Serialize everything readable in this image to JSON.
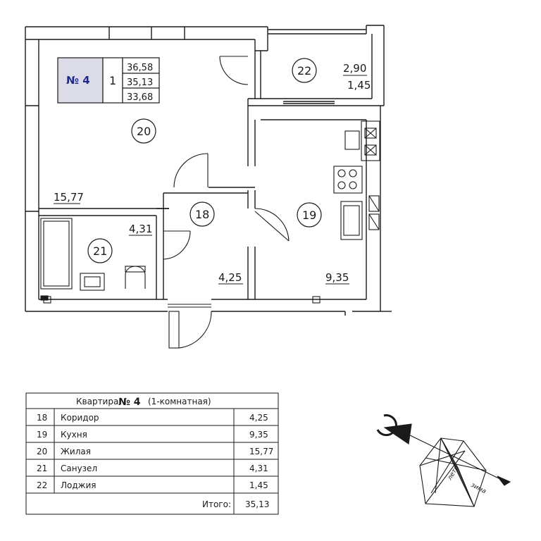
{
  "badge": {
    "apt_no": "№ 4",
    "rooms": "1",
    "area_total": "36,58",
    "area_reduced": "35,13",
    "area_living_sum": "33,68"
  },
  "rooms": [
    {
      "id": "20",
      "area": "15,77"
    },
    {
      "id": "21",
      "area": "4,31"
    },
    {
      "id": "18",
      "area": "4,25"
    },
    {
      "id": "19",
      "area": "9,35"
    },
    {
      "id": "22",
      "area_total": "2,90",
      "area_reduced": "1,45"
    }
  ],
  "table": {
    "header_prefix": "Квартира",
    "header_no": "№ 4",
    "header_type": "(1-комнатная)",
    "rows": [
      {
        "no": "18",
        "name": "Коридор",
        "area": "4,25"
      },
      {
        "no": "19",
        "name": "Кухня",
        "area": "9,35"
      },
      {
        "no": "20",
        "name": "Жилая",
        "area": "15,77"
      },
      {
        "no": "21",
        "name": "Санузел",
        "area": "4,31"
      },
      {
        "no": "22",
        "name": "Лоджия",
        "area": "1,45"
      }
    ],
    "total_label": "Итого:",
    "total_value": "35,13"
  },
  "compass": {
    "label_1": "зима",
    "label_2": "лето"
  },
  "colors": {
    "ink": "#1a1a1a",
    "badge_text": "#1f2a8a"
  }
}
